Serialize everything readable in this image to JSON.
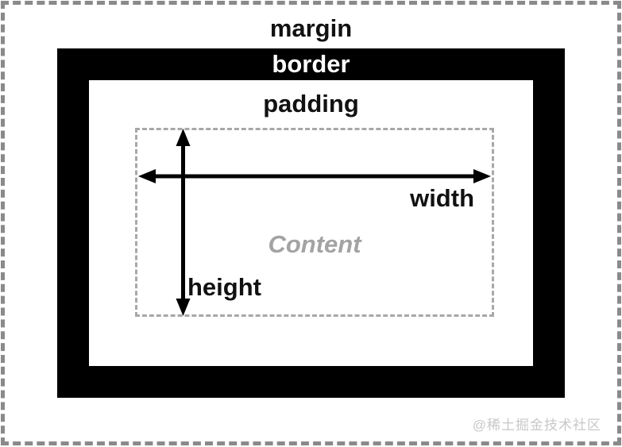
{
  "diagram": {
    "name": "css-box-model",
    "labels": {
      "margin": "margin",
      "border": "border",
      "padding": "padding",
      "content": "Content",
      "width": "width",
      "height": "height"
    },
    "icons": {
      "width_arrow": "horizontal-double-arrow",
      "height_arrow": "vertical-double-arrow"
    },
    "colors": {
      "background": "#ffffff",
      "border_fill": "#000000",
      "label_text": "#111111",
      "border_label_text": "#ffffff",
      "content_text": "#a3a3a3",
      "margin_dash": "#8a8a8a",
      "content_dash": "#a8a8a8",
      "arrow": "#000000",
      "watermark_text": "#c8c8c8"
    },
    "watermark": "@稀土掘金技术社区"
  }
}
